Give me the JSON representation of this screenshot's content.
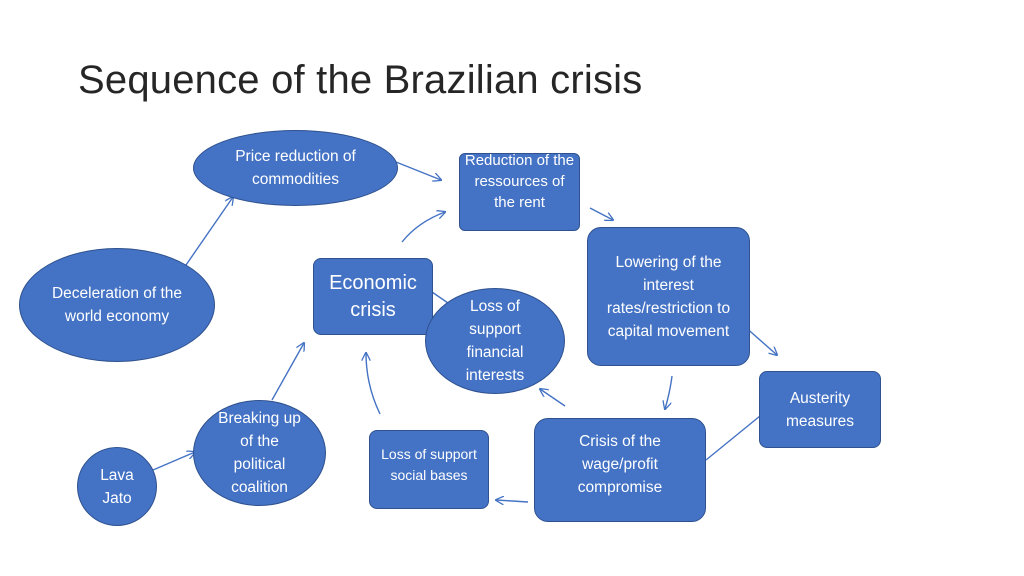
{
  "slide": {
    "title": "Sequence of the Brazilian crisis"
  },
  "nodes": {
    "price_reduction": "Price reduction of commodities",
    "reduction_resources": "Reduction of the ressources of the rent",
    "lowering_interest": "Lowering of the interest rates/restriction to capital movement",
    "deceleration": "Deceleration of the world economy",
    "economic_crisis": "Economic crisis",
    "loss_financial": "Loss of support financial interests",
    "austerity": "Austerity measures",
    "breaking_up": "Breaking up of the political coalition",
    "loss_social": "Loss of support social bases",
    "crisis_wage": "Crisis of the wage/profit compromise",
    "lava_jato": "Lava Jato"
  },
  "colors": {
    "node_fill": "#4472c4",
    "node_border": "#2f528f",
    "arrow": "#4472c4",
    "title_text": "#262626"
  }
}
